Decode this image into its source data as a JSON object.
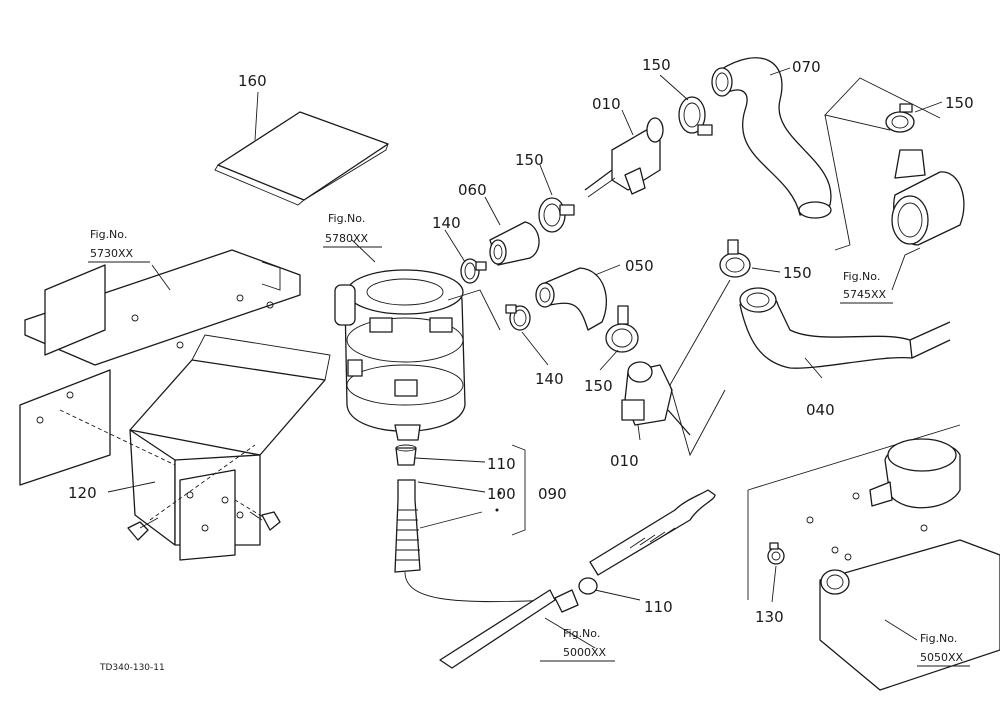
{
  "diagram": {
    "parts": [
      {
        "id": "p160",
        "label": "160"
      },
      {
        "id": "p150a",
        "label": "150"
      },
      {
        "id": "p070",
        "label": "070"
      },
      {
        "id": "p010a",
        "label": "010"
      },
      {
        "id": "p150b",
        "label": "150"
      },
      {
        "id": "p150c",
        "label": "150"
      },
      {
        "id": "p060",
        "label": "060"
      },
      {
        "id": "p140a",
        "label": "140"
      },
      {
        "id": "p050",
        "label": "050"
      },
      {
        "id": "p150d",
        "label": "150"
      },
      {
        "id": "p140b",
        "label": "140"
      },
      {
        "id": "p150e",
        "label": "150"
      },
      {
        "id": "p010b",
        "label": "010"
      },
      {
        "id": "p040",
        "label": "040"
      },
      {
        "id": "p110a",
        "label": "110"
      },
      {
        "id": "p100",
        "label": "100"
      },
      {
        "id": "p090",
        "label": "090"
      },
      {
        "id": "p120",
        "label": "120"
      },
      {
        "id": "p110b",
        "label": "110"
      },
      {
        "id": "p130",
        "label": "130"
      }
    ],
    "figure_refs": [
      {
        "id": "f5730",
        "title": "Fig.No.",
        "code": "5730XX"
      },
      {
        "id": "f5780",
        "title": "Fig.No.",
        "code": "5780XX"
      },
      {
        "id": "f5745",
        "title": "Fig.No.",
        "code": "5745XX"
      },
      {
        "id": "f5000",
        "title": "Fig.No.",
        "code": "5000XX"
      },
      {
        "id": "f5050",
        "title": "Fig.No.",
        "code": "5050XX"
      }
    ],
    "drawing_code": "TD340-130-11"
  }
}
